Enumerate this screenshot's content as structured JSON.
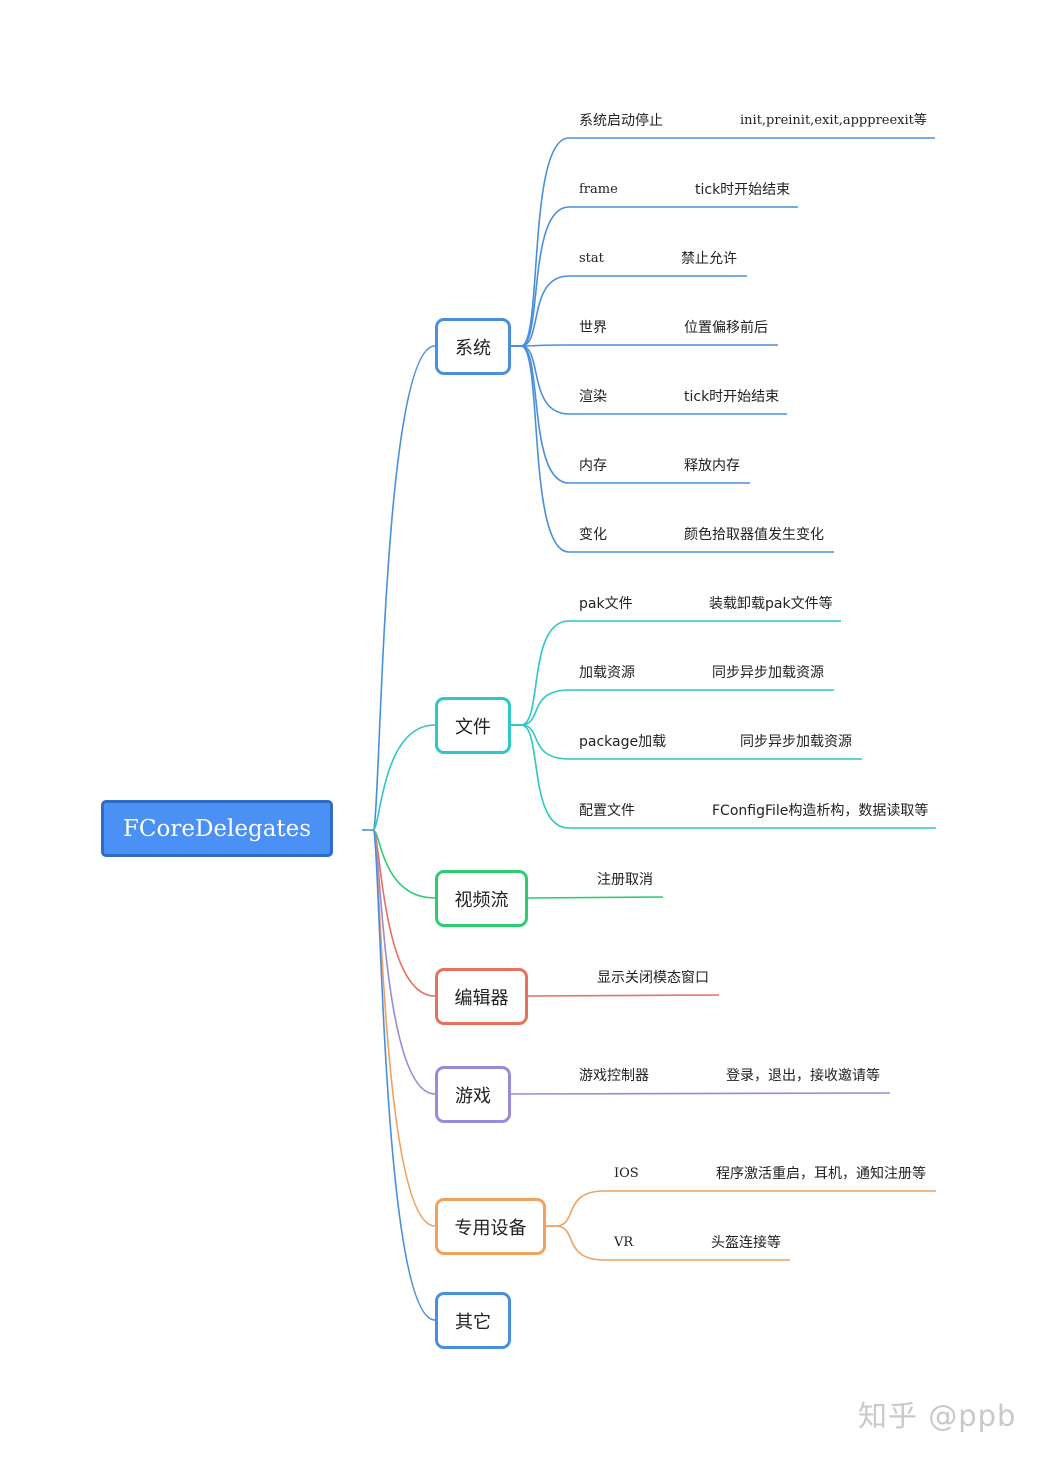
{
  "root": {
    "label": "FCoreDelegates"
  },
  "branches": [
    {
      "label": "系统",
      "color": "#4a8fdc",
      "children": [
        {
          "key": "系统启动停止",
          "value": "init,preinit,exit,apppreexit等"
        },
        {
          "key": "frame",
          "value": "tick时开始结束"
        },
        {
          "key": "stat",
          "value": "禁止允许"
        },
        {
          "key": "世界",
          "value": "位置偏移前后"
        },
        {
          "key": "渲染",
          "value": "tick时开始结束"
        },
        {
          "key": "内存",
          "value": "释放内存"
        },
        {
          "key": "变化",
          "value": "颜色拾取器值发生变化"
        }
      ]
    },
    {
      "label": "文件",
      "color": "#2ec6c6",
      "children": [
        {
          "key": "pak文件",
          "value": "装载卸载pak文件等"
        },
        {
          "key": "加载资源",
          "value": "同步异步加载资源"
        },
        {
          "key": "package加载",
          "value": "同步异步加载资源"
        },
        {
          "key": "配置文件",
          "value": "FConfigFile构造析构，数据读取等"
        }
      ]
    },
    {
      "label": "视频流",
      "color": "#2ecc71",
      "children": [
        {
          "key": "注册取消",
          "value": ""
        }
      ]
    },
    {
      "label": "编辑器",
      "color": "#e8705f",
      "children": [
        {
          "key": "显示关闭模态窗口",
          "value": ""
        }
      ]
    },
    {
      "label": "游戏",
      "color": "#9b8ad8",
      "children": [
        {
          "key": "游戏控制器",
          "value": "登录，退出，接收邀请等"
        }
      ]
    },
    {
      "label": "专用设备",
      "color": "#f0a15e",
      "children": [
        {
          "key": "IOS",
          "value": "程序激活重启，耳机，通知注册等"
        },
        {
          "key": "VR",
          "value": "头盔连接等"
        }
      ]
    },
    {
      "label": "其它",
      "color": "#4a8fdc",
      "children": []
    }
  ],
  "watermark": "知乎 @ppb"
}
